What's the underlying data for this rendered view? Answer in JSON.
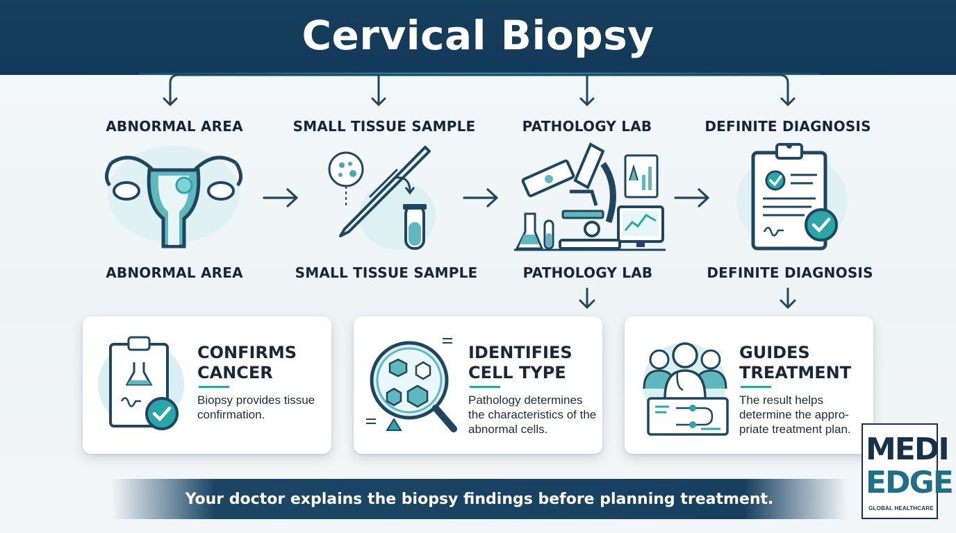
{
  "title": "Cervical Biopsy",
  "steps": [
    {
      "top_label": "ABNORMAL AREA",
      "bottom_label": "ABNORMAL AREA",
      "icon": "uterus-icon"
    },
    {
      "top_label": "SMALL TISSUE SAMPLE",
      "bottom_label": "SMALL TISSUE SAMPLE",
      "icon": "biopsy-forceps-icon"
    },
    {
      "top_label": "PATHOLOGY LAB",
      "bottom_label": "PATHOLOGY LAB",
      "icon": "microscope-icon"
    },
    {
      "top_label": "DEFINITE DIAGNOSIS",
      "bottom_label": "DEFINITE DIAGNOSIS",
      "icon": "clipboard-check-icon"
    }
  ],
  "cards": [
    {
      "title": "CONFIRMS CANCER",
      "text": "Biopsy provides tissue confirmation.",
      "icon": "clipboard-flask-icon"
    },
    {
      "title": "IDENTIFIES CELL TYPE",
      "text": "Pathology determines the characteristics of the abnormal cells.",
      "icon": "magnifier-cells-icon"
    },
    {
      "title": "GUIDES TREATMENT",
      "text": "The result helps determine the appro- priate treatment plan.",
      "icon": "medical-team-icon"
    }
  ],
  "footer": "Your doctor explains the biopsy findings before planning treatment.",
  "logo": {
    "line1": "MEDI",
    "line2": "EDGE",
    "tagline": "GLOBAL HEALTHCARE"
  },
  "colors": {
    "header": "#163f5c",
    "accent": "#2aa6a8",
    "dark": "#1f4660"
  }
}
